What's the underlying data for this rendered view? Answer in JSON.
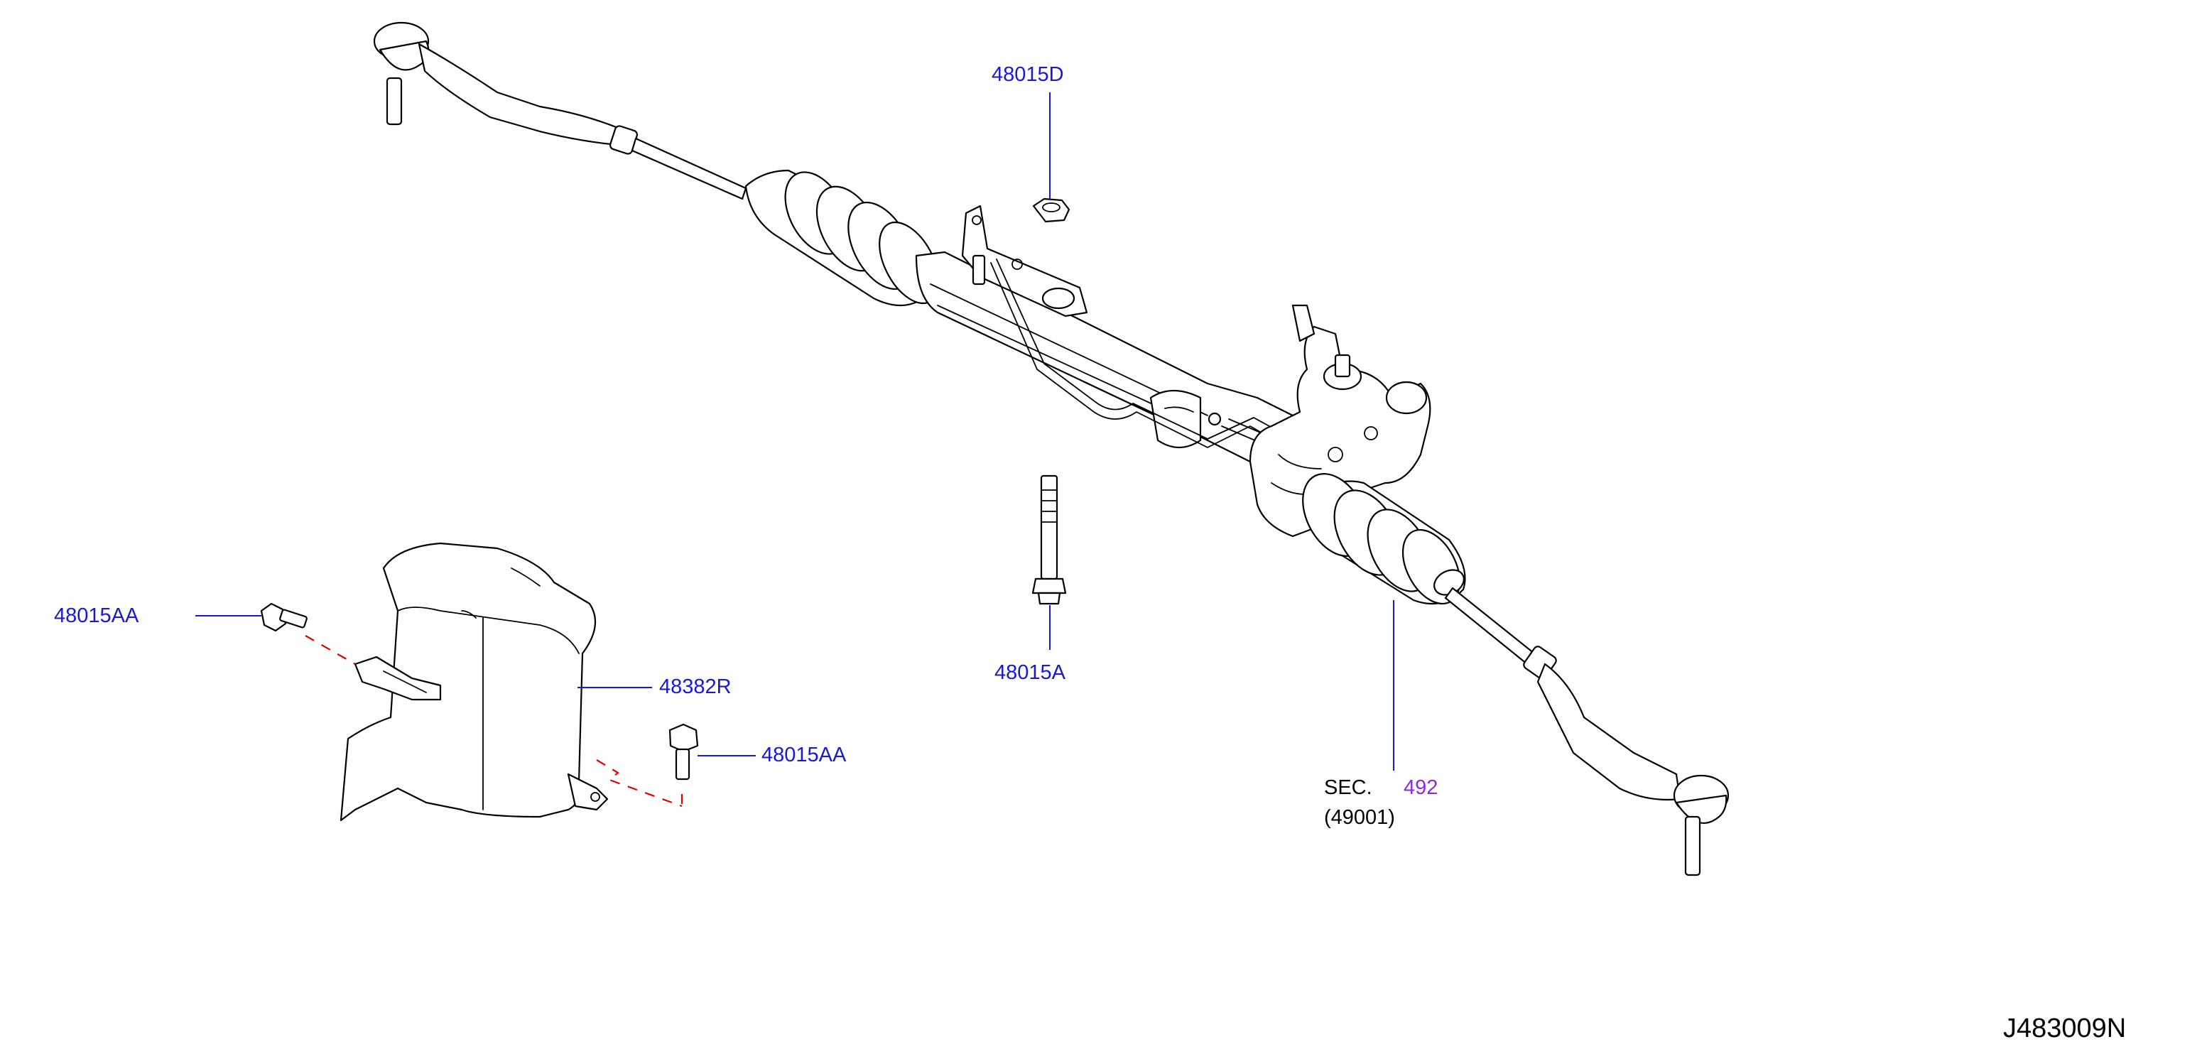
{
  "callouts": {
    "nut_top": "48015D",
    "bolt_center": "48015A",
    "bolt_left": "48015AA",
    "bolt_right": "48015AA",
    "heat_insulator": "48382R"
  },
  "section_ref": {
    "prefix": "SEC.",
    "number": "492",
    "subcode": "(49001)"
  },
  "diagram_code": "J483009N",
  "colors": {
    "label_blue": "#1a1acc",
    "section_purple": "#8a2be2",
    "dash_red": "#e00000",
    "line_black": "#000000"
  }
}
